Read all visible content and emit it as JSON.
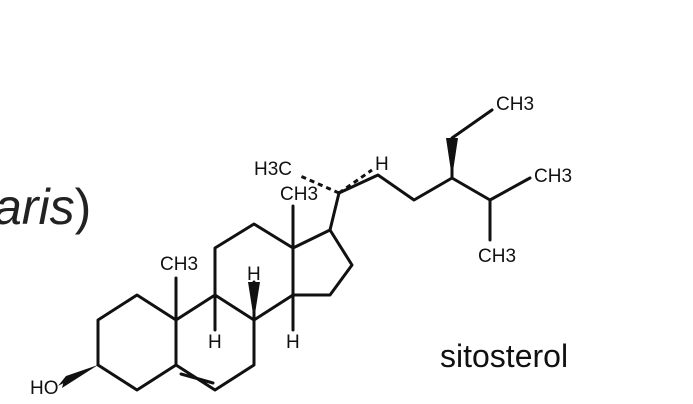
{
  "slide": {
    "fragment_italic": "aris",
    "fragment_paren": ")"
  },
  "molecule": {
    "caption": "sitosterol",
    "labels": {
      "ho": "HO",
      "ch3_a": "CH3",
      "ch3_b": "CH3",
      "h3c": "H3C",
      "ch3_top": "CH3",
      "ch3_right": "CH3",
      "ch3_iso": "CH3",
      "h_17": "H",
      "h_8": "H",
      "h_9": "H",
      "h_14": "H"
    }
  }
}
